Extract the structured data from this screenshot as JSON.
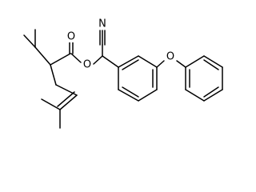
{
  "molecule": {
    "atoms": {
      "nitrile_n": "N",
      "carbonyl_o": "O",
      "ester_o": "O",
      "ether_o": "O"
    },
    "colors": {
      "bond": "#000000",
      "label": "#000000",
      "background": "#ffffff"
    }
  }
}
